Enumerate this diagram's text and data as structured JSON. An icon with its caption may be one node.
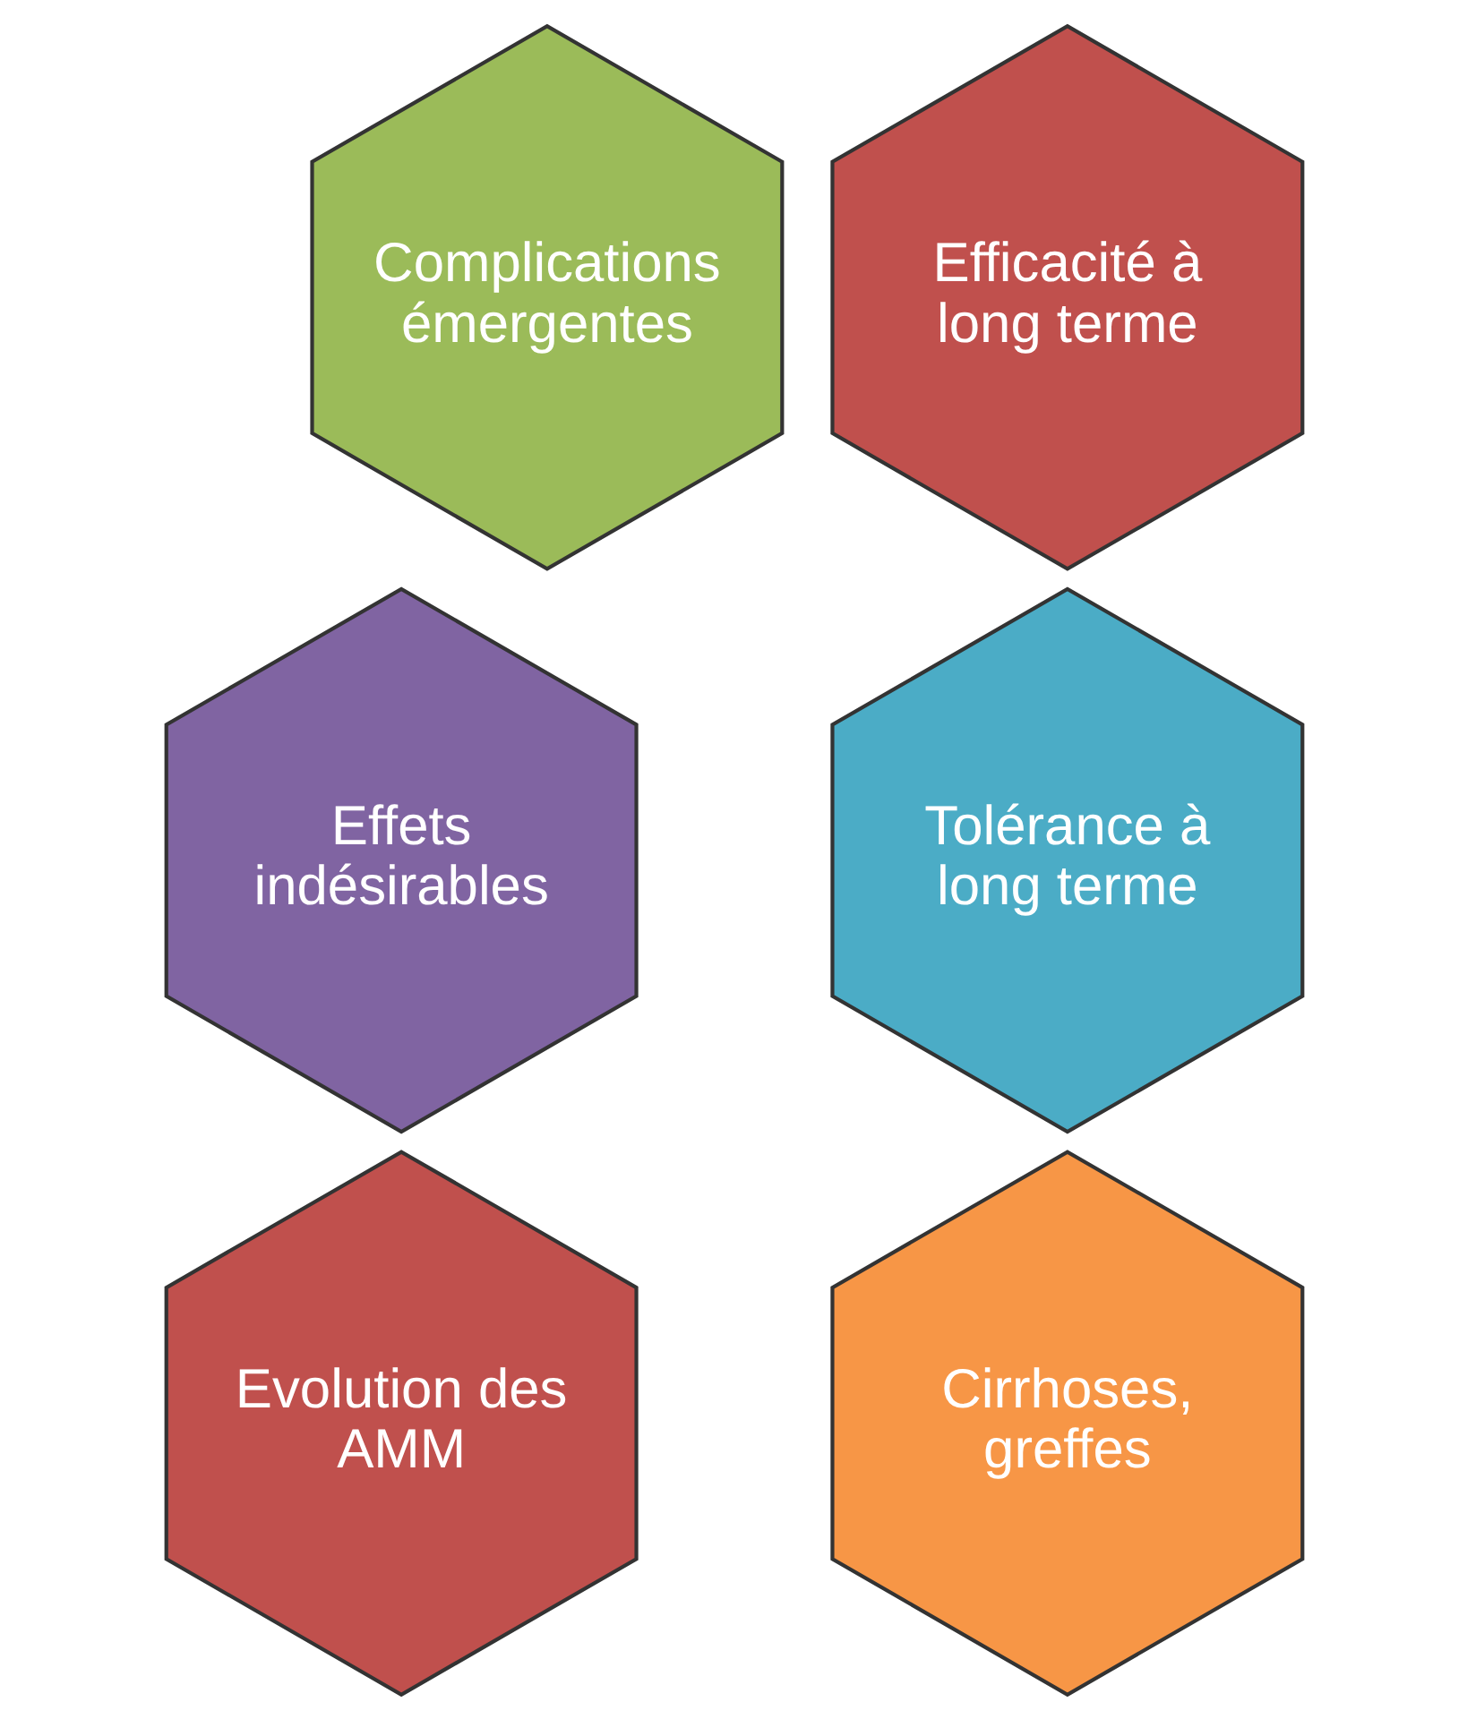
{
  "diagram": {
    "nodes": [
      {
        "text": [
          "Complications émergentes"
        ]
      },
      {
        "text": [
          "Efficacité à long terme"
        ]
      },
      {
        "text": [
          "Effets indésirables"
        ]
      },
      {
        "text": [
          "Tolérance à long terme"
        ]
      },
      {
        "text": [
          "Evolution des AMM"
        ]
      },
      {
        "text": [
          "Cirrhoses, greffes"
        ]
      }
    ],
    "edges": []
  }
}
